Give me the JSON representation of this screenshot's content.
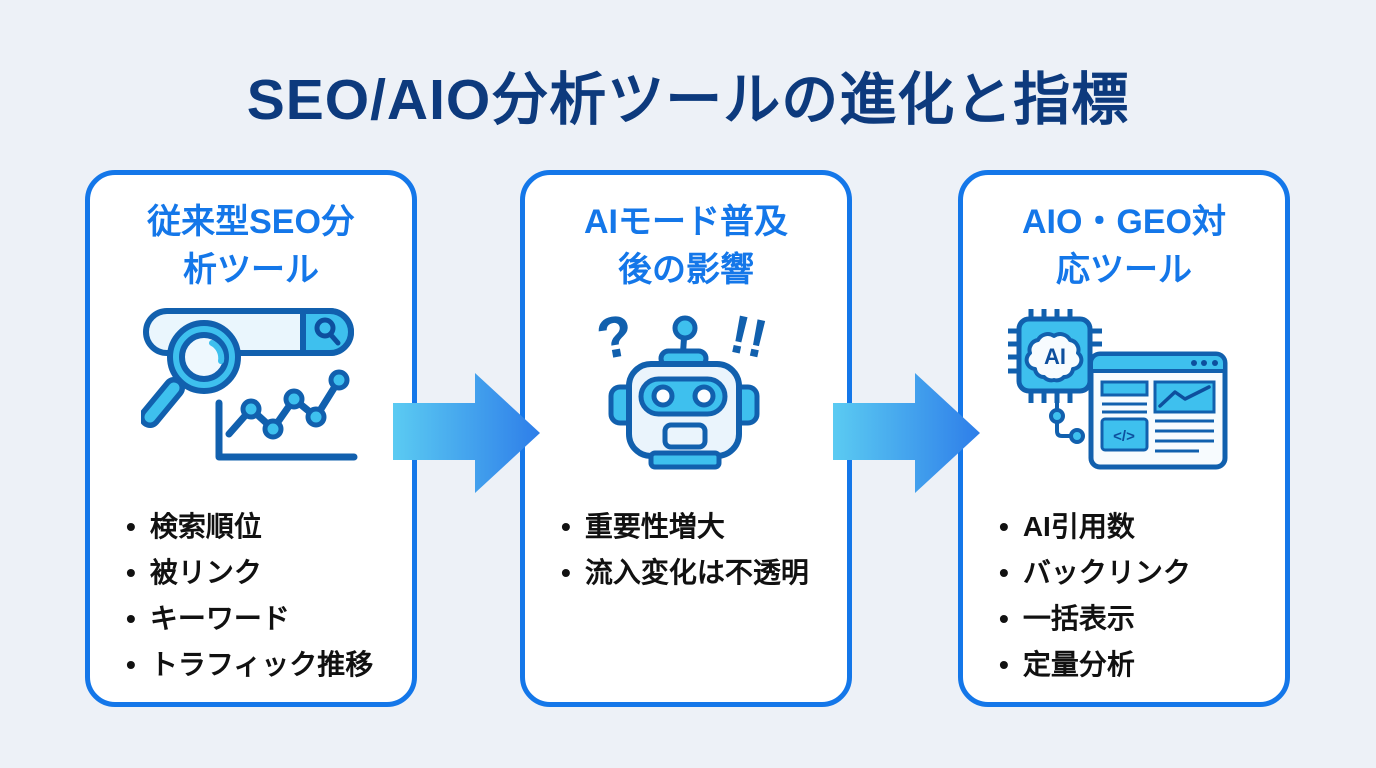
{
  "page": {
    "title": "SEO/AIO分析ツールの進化と指標"
  },
  "palette": {
    "background": "#edf1f7",
    "title_text": "#0d3a7d",
    "card_border": "#1477e9",
    "card_background": "#ffffff",
    "card_heading_text": "#1477e9",
    "bullet_text": "#111111",
    "icon_outline": "#1160ae",
    "icon_outline_dark": "#0d4f9e",
    "icon_fill_bright": "#3ec0ee",
    "icon_fill_light": "#eaf6fd",
    "arrow_gradient_start": "#5bcbf2",
    "arrow_gradient_end": "#2e7ee9"
  },
  "glyphs": {
    "bullet": "•",
    "robot_question": "?",
    "robot_exclamation": "!!",
    "ai_chip_label": "AI",
    "code_tag": "</>"
  },
  "cards": [
    {
      "id": "traditional-seo-tools",
      "heading": "従来型SEO分析ツール",
      "heading_lines": [
        "従来型SEO分",
        "析ツール"
      ],
      "icon": "search-analytics-icon",
      "bullets": [
        "検索順位",
        "被リンク",
        "キーワード",
        "トラフィック推移"
      ]
    },
    {
      "id": "ai-mode-impact",
      "heading": "AIモード普及後の影響",
      "heading_lines": [
        "AIモード普及",
        "後の影響"
      ],
      "icon": "confused-robot-icon",
      "bullets": [
        "重要性増大",
        "流入変化は不透明"
      ]
    },
    {
      "id": "aio-geo-tools",
      "heading": "AIO・GEO対応ツール",
      "heading_lines": [
        "AIO・GEO対",
        "応ツール"
      ],
      "icon": "ai-chip-browser-icon",
      "bullets": [
        "AI引用数",
        "バックリンク",
        "一括表示",
        "定量分析"
      ]
    }
  ]
}
